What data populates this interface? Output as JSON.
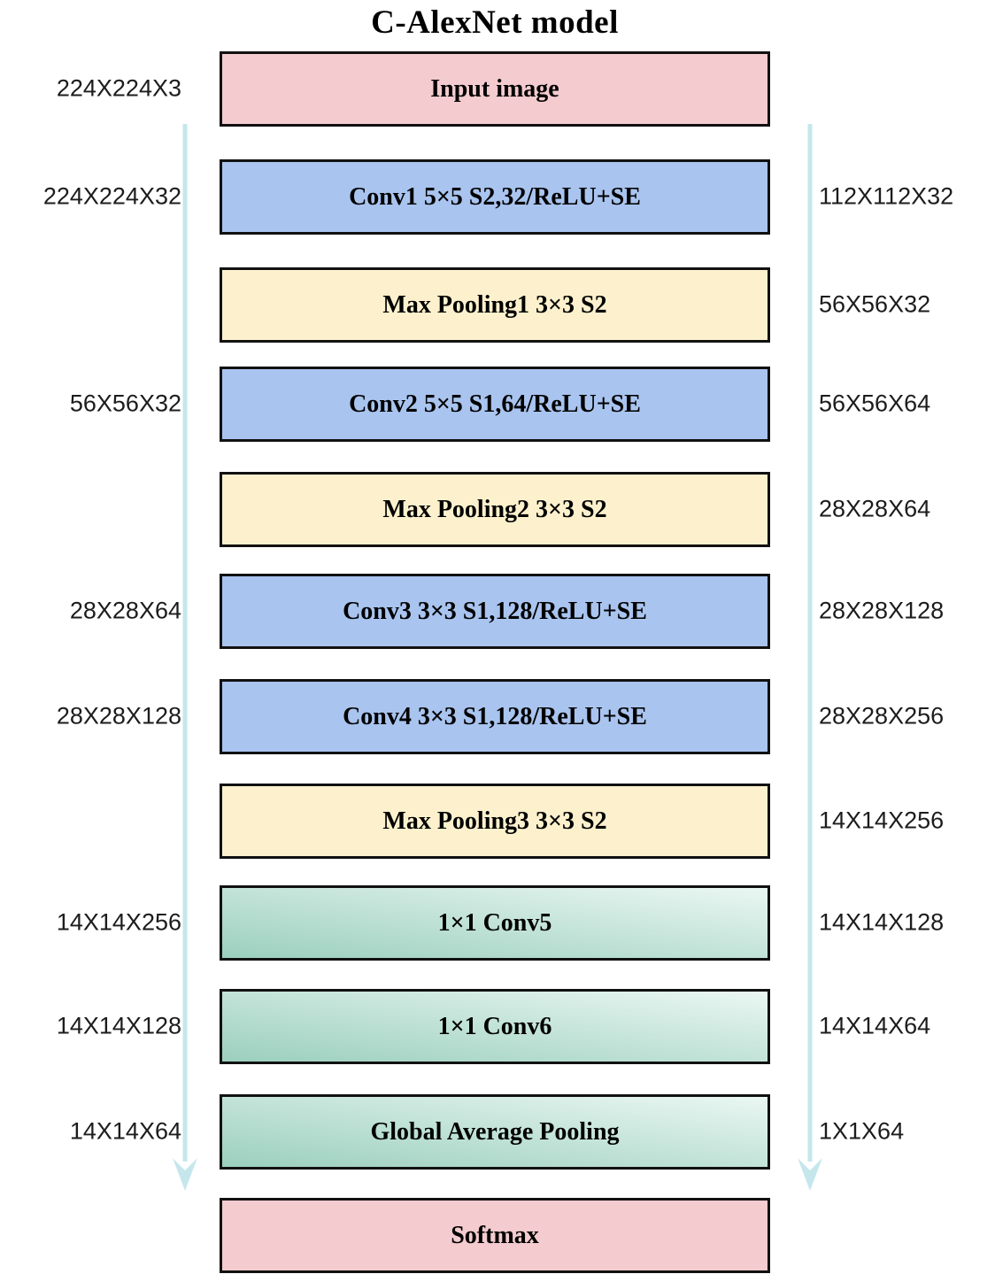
{
  "title": "C-AlexNet model",
  "colors": {
    "pink": "#f4cbce",
    "blue": "#a9c4ef",
    "cream": "#fdf1cd",
    "green_dark": "#9bcfbe",
    "green_light": "#eaf7f2",
    "arrow": "#c5e7ec",
    "border": "#111111"
  },
  "layers": [
    {
      "label": "Input image",
      "type": "input",
      "left_dim": "224X224X3",
      "right_dim": ""
    },
    {
      "label": "Conv1 5×5 S2,32/ReLU+SE",
      "type": "conv",
      "left_dim": "224X224X32",
      "right_dim": "112X112X32"
    },
    {
      "label": "Max Pooling1 3×3 S2",
      "type": "pool",
      "left_dim": "",
      "right_dim": "56X56X32"
    },
    {
      "label": "Conv2 5×5 S1,64/ReLU+SE",
      "type": "conv",
      "left_dim": "56X56X32",
      "right_dim": "56X56X64"
    },
    {
      "label": "Max Pooling2 3×3 S2",
      "type": "pool",
      "left_dim": "",
      "right_dim": "28X28X64"
    },
    {
      "label": "Conv3 3×3 S1,128/ReLU+SE",
      "type": "conv",
      "left_dim": "28X28X64",
      "right_dim": "28X28X128"
    },
    {
      "label": "Conv4 3×3 S1,128/ReLU+SE",
      "type": "conv",
      "left_dim": "28X28X128",
      "right_dim": "28X28X256"
    },
    {
      "label": "Max Pooling3 3×3 S2",
      "type": "pool",
      "left_dim": "",
      "right_dim": "14X14X256"
    },
    {
      "label": "1×1 Conv5",
      "type": "conv1x1",
      "left_dim": "14X14X256",
      "right_dim": "14X14X128"
    },
    {
      "label": "1×1 Conv6",
      "type": "conv1x1",
      "left_dim": "14X14X128",
      "right_dim": "14X14X64"
    },
    {
      "label": "Global Average Pooling",
      "type": "gap",
      "left_dim": "14X14X64",
      "right_dim": "1X1X64"
    },
    {
      "label": "Softmax",
      "type": "softmax",
      "left_dim": "",
      "right_dim": ""
    }
  ]
}
